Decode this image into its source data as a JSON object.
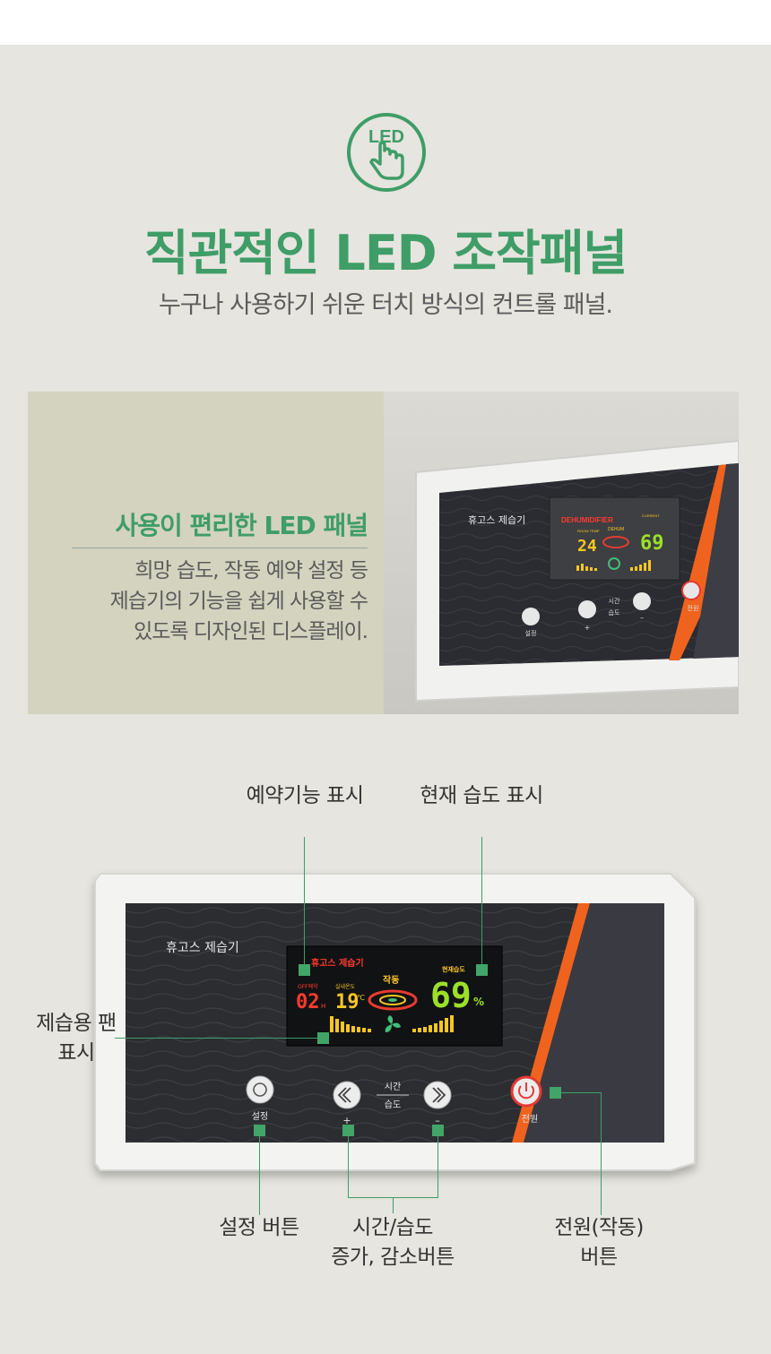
{
  "header": {
    "badge_text": "LED",
    "title": "직관적인 LED 조작패널",
    "subtitle": "누구나 사용하기 쉬운 터치 방식의 컨트롤 패널."
  },
  "feature": {
    "title": "사용이 편리한 LED 패널",
    "desc_lines": [
      "희망 습도, 작동 예약 설정 등",
      "제습기의 기능을 쉽게 사용할 수",
      "있도록 디자인된 디스플레이."
    ]
  },
  "photo_panel": {
    "brand": "휴고스 제습기",
    "lcd_title": "DEHUMIDIFIER",
    "lcd_room_temp": "24",
    "lcd_humidity": "69",
    "lcd_mode": "DEHUM",
    "lcd_current": "CURRENT",
    "lcd_room": "ROOM TEMP",
    "time_label": "시간",
    "humid_label": "습도",
    "setting_label": "설정",
    "power_label": "전원",
    "plus": "+",
    "minus": "–"
  },
  "diagram_panel": {
    "brand": "휴고스 제습기",
    "lcd_title": "휴고스 제습기",
    "off_timer": "OFF예약",
    "timer_value": "02",
    "timer_unit": "H",
    "room_temp_label": "실내온도",
    "room_temp": "19",
    "temp_unit": "℃",
    "operation": "작동",
    "current_humid_label": "현재습도",
    "humidity": "69",
    "percent": "%",
    "time_label": "시간",
    "humid_label": "습도",
    "setting_label": "설정",
    "power_label": "전원",
    "plus": "+",
    "minus": "–"
  },
  "callouts": {
    "timer": "예약기능 표시",
    "humidity": "현재 습도 표시",
    "fan_line1": "제습용 팬",
    "fan_line2": "표시",
    "setting": "설정 버튼",
    "timehumid_line1": "시간/습도",
    "timehumid_line2": "증가, 감소버튼",
    "power_line1": "전원(작동)",
    "power_line2": "버튼"
  },
  "colors": {
    "accent_green": "#3f9d67",
    "background": "#e6e5df",
    "feature_bg": "#d3d3bf",
    "panel_dark": "#2e2f33",
    "orange_stripe": "#f0631e",
    "power_red": "#e53935"
  }
}
